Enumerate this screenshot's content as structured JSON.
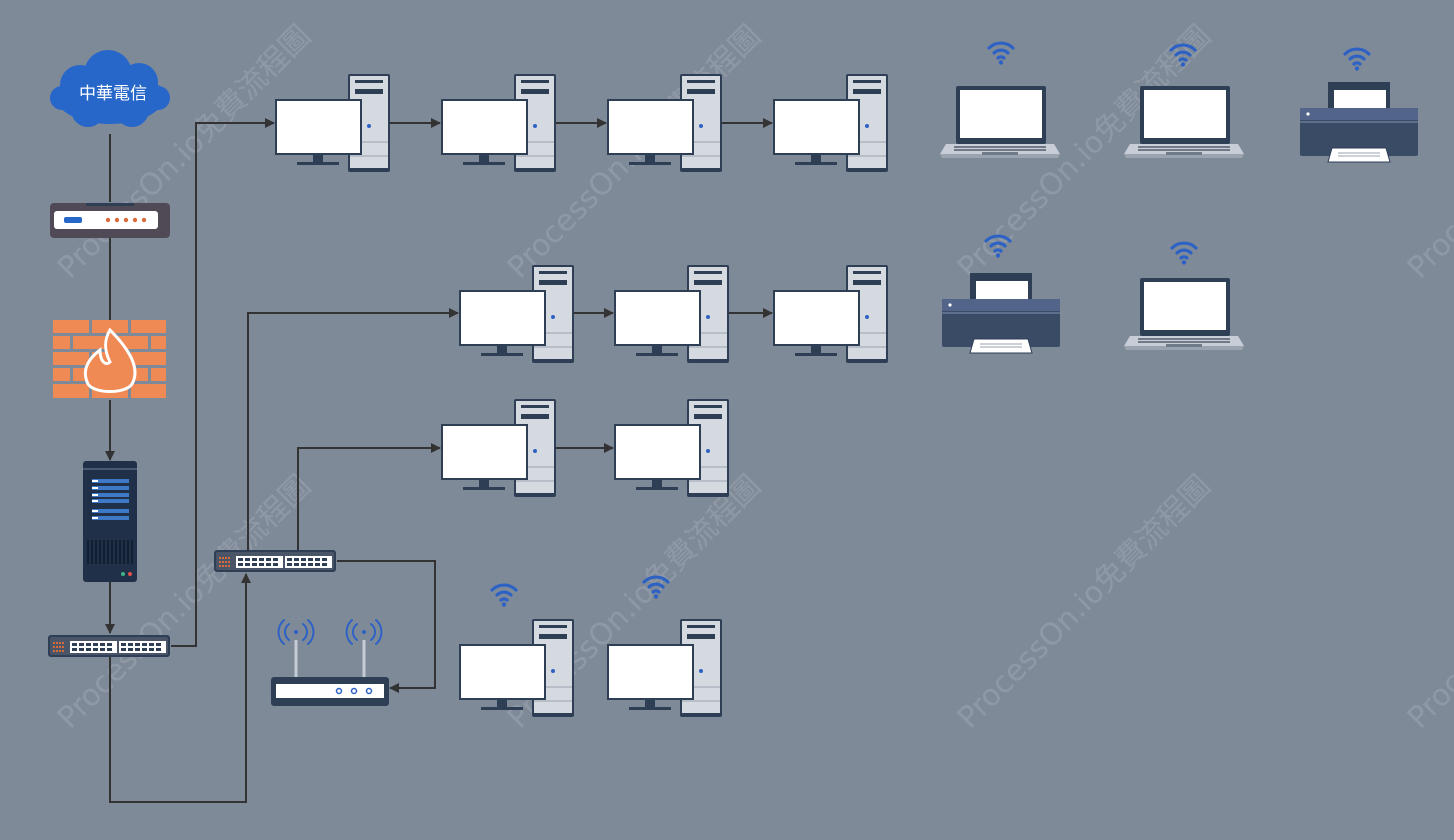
{
  "diagram": {
    "title": "",
    "isp_label": "中華電信",
    "watermark": "ProcessOn.io免費流程圖",
    "devices": [
      {
        "id": "isp-cloud",
        "type": "cloud",
        "label": "中華電信"
      },
      {
        "id": "modem",
        "type": "modem"
      },
      {
        "id": "firewall",
        "type": "firewall"
      },
      {
        "id": "server",
        "type": "server"
      },
      {
        "id": "core-switch",
        "type": "switch"
      },
      {
        "id": "access-switch",
        "type": "switch"
      },
      {
        "id": "wifi-router",
        "type": "wireless-router"
      },
      {
        "id": "pc-1",
        "type": "desktop"
      },
      {
        "id": "pc-2",
        "type": "desktop"
      },
      {
        "id": "pc-3",
        "type": "desktop"
      },
      {
        "id": "pc-4",
        "type": "desktop"
      },
      {
        "id": "pc-5",
        "type": "desktop"
      },
      {
        "id": "pc-6",
        "type": "desktop"
      },
      {
        "id": "pc-7",
        "type": "desktop"
      },
      {
        "id": "pc-8",
        "type": "desktop"
      },
      {
        "id": "pc-9",
        "type": "desktop"
      },
      {
        "id": "pc-10",
        "type": "desktop",
        "wireless": true
      },
      {
        "id": "pc-11",
        "type": "desktop",
        "wireless": true
      },
      {
        "id": "laptop-1",
        "type": "laptop",
        "wireless": true
      },
      {
        "id": "laptop-2",
        "type": "laptop",
        "wireless": true
      },
      {
        "id": "laptop-3",
        "type": "laptop",
        "wireless": true
      },
      {
        "id": "printer-1",
        "type": "printer",
        "wireless": true
      },
      {
        "id": "printer-2",
        "type": "printer",
        "wireless": true
      }
    ],
    "links": [
      {
        "from": "isp-cloud",
        "to": "modem"
      },
      {
        "from": "modem",
        "to": "firewall"
      },
      {
        "from": "firewall",
        "to": "server",
        "arrow": true
      },
      {
        "from": "server",
        "to": "core-switch",
        "arrow": true
      },
      {
        "from": "core-switch",
        "to": "pc-1",
        "arrow": true
      },
      {
        "from": "pc-1",
        "to": "pc-2",
        "arrow": true
      },
      {
        "from": "pc-2",
        "to": "pc-3",
        "arrow": true
      },
      {
        "from": "pc-3",
        "to": "pc-4",
        "arrow": true
      },
      {
        "from": "core-switch",
        "to": "access-switch",
        "arrow": true
      },
      {
        "from": "access-switch",
        "to": "pc-5",
        "arrow": true
      },
      {
        "from": "pc-5",
        "to": "pc-6",
        "arrow": true
      },
      {
        "from": "pc-6",
        "to": "pc-7",
        "arrow": true
      },
      {
        "from": "access-switch",
        "to": "pc-8",
        "arrow": true
      },
      {
        "from": "pc-8",
        "to": "pc-9",
        "arrow": true
      },
      {
        "from": "access-switch",
        "to": "wifi-router",
        "arrow": true
      }
    ]
  },
  "colors": {
    "background": "#7f8a99",
    "wifi": "#2d62c4",
    "firewall": "#ef8a54",
    "connector": "#333333",
    "device_dark": "#2e3e55"
  },
  "icons": [
    "cloud-icon",
    "modem-icon",
    "firewall-icon",
    "server-icon",
    "switch-icon",
    "wireless-router-icon",
    "desktop-icon",
    "laptop-icon",
    "printer-icon",
    "wifi-icon"
  ]
}
